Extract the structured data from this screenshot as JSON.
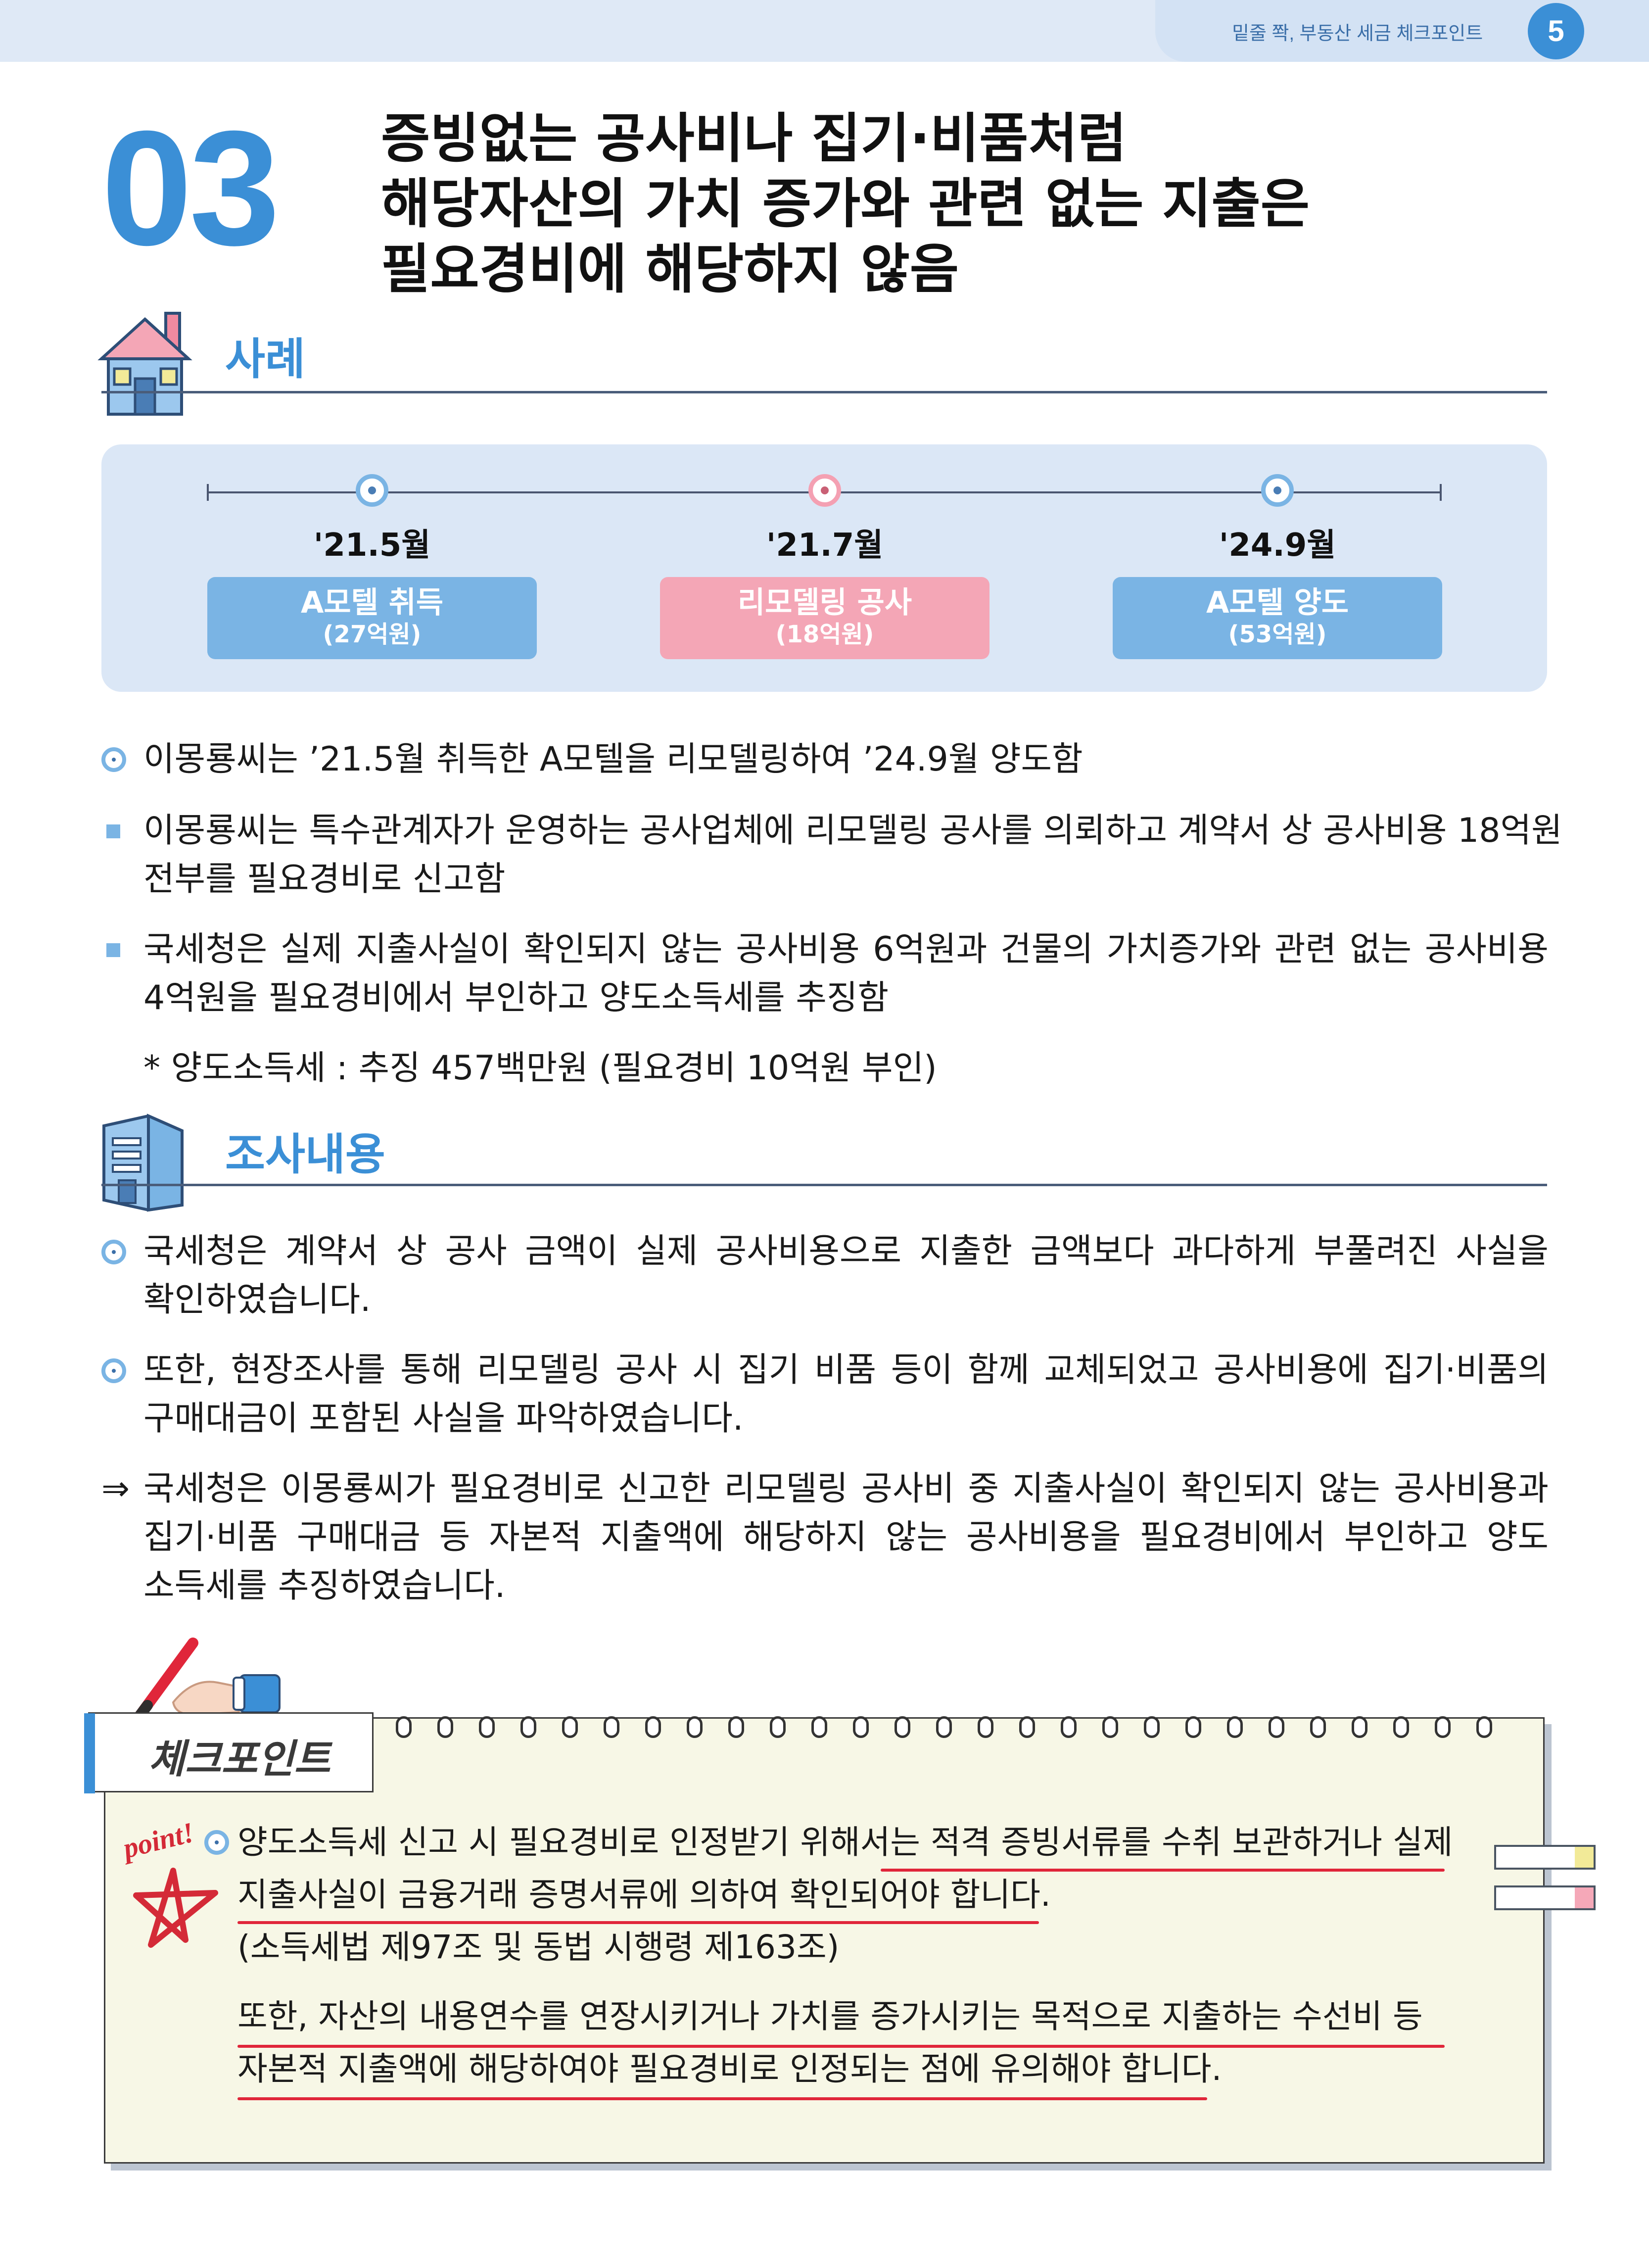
{
  "header": {
    "text": "밑줄 쫙, 부동산 세금 체크포인트",
    "page_number": "5"
  },
  "title": {
    "number": "03",
    "lines": [
      "증빙없는 공사비나 집기·비품처럼",
      "해당자산의 가치 증가와 관련 없는 지출은",
      "필요경비에 해당하지 않음"
    ]
  },
  "case_section": {
    "title": "사례"
  },
  "timeline": {
    "events": [
      {
        "date": "'21.5월",
        "label": "A모텔 취득",
        "amount": "(27억원)",
        "color": "#7ab4e4"
      },
      {
        "date": "'21.7월",
        "label": "리모델링 공사",
        "amount": "(18억원)",
        "color": "#f4a6b6"
      },
      {
        "date": "'24.9월",
        "label": "A모텔 양도",
        "amount": "(53억원)",
        "color": "#7ab4e4"
      }
    ]
  },
  "case_bullets": {
    "b1": "이몽룡씨는 ’21.5월 취득한 A모텔을 리모델링하여 ’24.9월 양도함",
    "b2_l1": "이몽룡씨는 특수관계자가 운영하는 공사업체에 리모델링 공사를 의뢰하고 계약서 상 공사비용 18억원",
    "b2_l2": "전부를 필요경비로 신고함",
    "b3_l1": "국세청은 실제 지출사실이 확인되지 않는 공사비용 6억원과 건물의 가치증가와 관련 없는 공사비용",
    "b3_l2": "4억원을 필요경비에서 부인하고 양도소득세를 추징함",
    "note": "* 양도소득세 : 추징 457백만원 (필요경비 10억원 부인)"
  },
  "investigation_section": {
    "title": "조사내용"
  },
  "investigation": {
    "b1_l1": "국세청은 계약서 상 공사 금액이 실제 공사비용으로 지출한 금액보다 과다하게 부풀려진 사실을",
    "b1_l2": "확인하였습니다.",
    "b2_l1": "또한, 현장조사를 통해 리모델링 공사 시 집기 비품 등이 함께 교체되었고 공사비용에 집기·비품의",
    "b2_l2": "구매대금이 포함된 사실을 파악하였습니다.",
    "arrow_symbol": "⇒",
    "c_l1": "국세청은 이몽룡씨가 필요경비로 신고한 리모델링 공사비 중 지출사실이 확인되지 않는 공사비용과",
    "c_l2": "집기·비품 구매대금 등 자본적 지출액에 해당하지 않는 공사비용을 필요경비에서 부인하고 양도",
    "c_l3": "소득세를 추징하였습니다."
  },
  "checkpoint": {
    "title": "체크포인트",
    "point_label": "point!",
    "l1": "양도소득세 신고 시 필요경비로 인정받기 위해서는 적격 증빙서류를 수취 보관하거나 실제",
    "l2": "지출사실이 금융거래 증명서류에 의하여 확인되어야 합니다.",
    "l3": "(소득세법 제97조 및 동법 시행령 제163조)",
    "l4": "또한, 자산의 내용연수를 연장시키거나 가치를 증가시키는 목적으로 지출하는 수선비 등",
    "l5": "자본적 지출액에 해당하여야 필요경비로 인정되는 점에 유의해야 합니다."
  },
  "colors": {
    "accent_blue": "#3b8fd6",
    "light_blue": "#7ab4e4",
    "pink": "#f4a6b6",
    "underline_red": "#e0263a",
    "tab_yellow": "#f2ea98",
    "tab_pink": "#f5a8b8"
  }
}
